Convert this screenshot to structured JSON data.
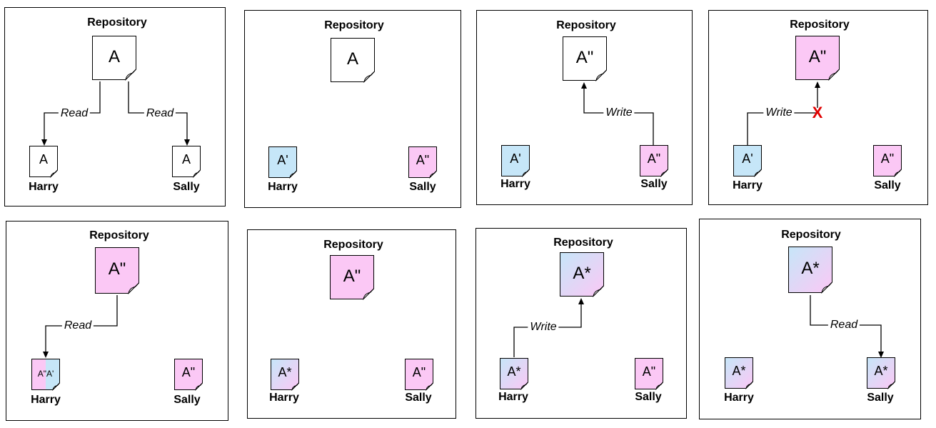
{
  "labels": {
    "repository": "Repository",
    "harry": "Harry",
    "sally": "Sally"
  },
  "actions": {
    "read": "Read",
    "write": "Write"
  },
  "versions": {
    "a": "A",
    "a_prime": "A'",
    "a_dprime": "A\"",
    "a_star": "A*",
    "merge_left": "A\"",
    "merge_right": "A'"
  },
  "rejected_mark": "X",
  "colors": {
    "white": "#ffffff",
    "blue": "#c6e6f8",
    "pink": "#fbc8f5",
    "reject": "#e00000"
  }
}
